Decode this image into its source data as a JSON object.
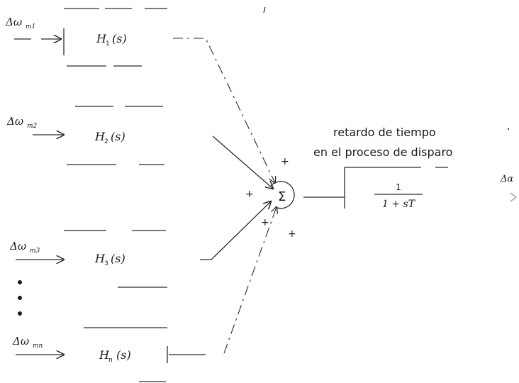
{
  "inputs": [
    {
      "label": "Δω",
      "sub": "m1",
      "block_fn": "H",
      "block_sub": "1",
      "block_arg": "(s)"
    },
    {
      "label": "Δω",
      "sub": "m2",
      "block_fn": "H",
      "block_sub": "2",
      "block_arg": "(s)"
    },
    {
      "label": "Δω",
      "sub": "m3",
      "block_fn": "H",
      "block_sub": "3",
      "block_arg": "(s)"
    },
    {
      "label": "Δω",
      "sub": "mn",
      "block_fn": "H",
      "block_sub": "n",
      "block_arg": "(s)"
    }
  ],
  "summer": {
    "symbol": "Σ",
    "signs": [
      "+",
      "+",
      "+",
      "+"
    ]
  },
  "delay": {
    "caption_line1": "retardo de tiempo",
    "caption_line2": "en el proceso de disparo",
    "numerator": "1",
    "denominator": "1 + sT"
  },
  "output": {
    "label": "Δα"
  }
}
